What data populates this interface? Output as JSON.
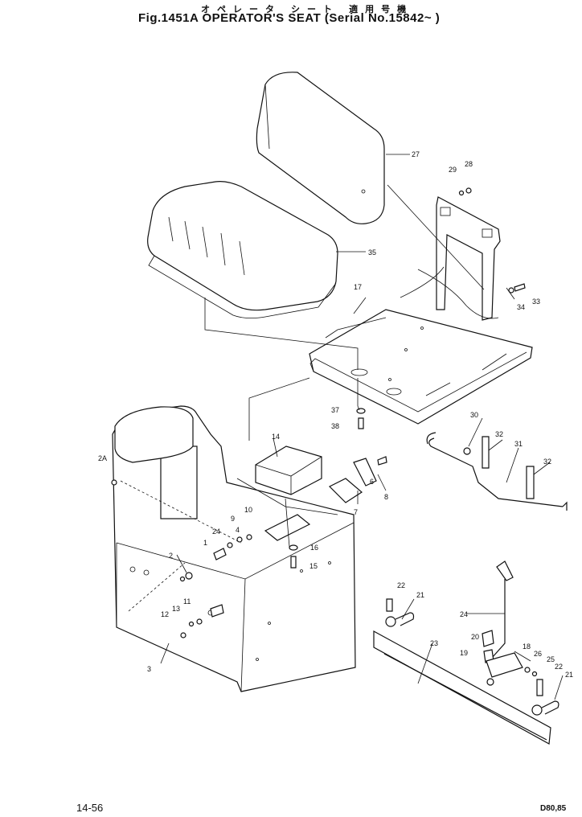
{
  "header": {
    "jp_caption": "オペレータ シート",
    "jp_serial": "適用号機",
    "fig_label": "Fig.1451A",
    "title": "OPERATOR'S SEAT",
    "serial": "(Serial No.15842~   )"
  },
  "footer": {
    "page": "14-56",
    "model": "D80,85"
  },
  "callouts": [
    {
      "id": "c27",
      "text": "27"
    },
    {
      "id": "c28",
      "text": "28"
    },
    {
      "id": "c29",
      "text": "29"
    },
    {
      "id": "c35",
      "text": "35"
    },
    {
      "id": "c17",
      "text": "17"
    },
    {
      "id": "c33",
      "text": "33"
    },
    {
      "id": "c34",
      "text": "34"
    },
    {
      "id": "c37",
      "text": "37"
    },
    {
      "id": "c38",
      "text": "38"
    },
    {
      "id": "c30",
      "text": "30"
    },
    {
      "id": "c32a",
      "text": "32"
    },
    {
      "id": "c31",
      "text": "31"
    },
    {
      "id": "c32b",
      "text": "32"
    },
    {
      "id": "c14",
      "text": "14"
    },
    {
      "id": "c2A",
      "text": "2A"
    },
    {
      "id": "c6",
      "text": "6"
    },
    {
      "id": "c8",
      "text": "8"
    },
    {
      "id": "c7",
      "text": "7"
    },
    {
      "id": "c9",
      "text": "9"
    },
    {
      "id": "c10",
      "text": "10"
    },
    {
      "id": "c4",
      "text": "4"
    },
    {
      "id": "c24a",
      "text": "24"
    },
    {
      "id": "c1",
      "text": "1"
    },
    {
      "id": "c16",
      "text": "16"
    },
    {
      "id": "c15",
      "text": "15"
    },
    {
      "id": "c2",
      "text": "2"
    },
    {
      "id": "c11",
      "text": "11"
    },
    {
      "id": "c13",
      "text": "13"
    },
    {
      "id": "c12",
      "text": "12"
    },
    {
      "id": "c3",
      "text": "3"
    },
    {
      "id": "c22a",
      "text": "22"
    },
    {
      "id": "c21a",
      "text": "21"
    },
    {
      "id": "c24b",
      "text": "24"
    },
    {
      "id": "c20",
      "text": "20"
    },
    {
      "id": "c23",
      "text": "23"
    },
    {
      "id": "c19",
      "text": "19"
    },
    {
      "id": "c18",
      "text": "18"
    },
    {
      "id": "c26",
      "text": "26"
    },
    {
      "id": "c25",
      "text": "25"
    },
    {
      "id": "c22b",
      "text": "22"
    },
    {
      "id": "c21b",
      "text": "21"
    }
  ]
}
